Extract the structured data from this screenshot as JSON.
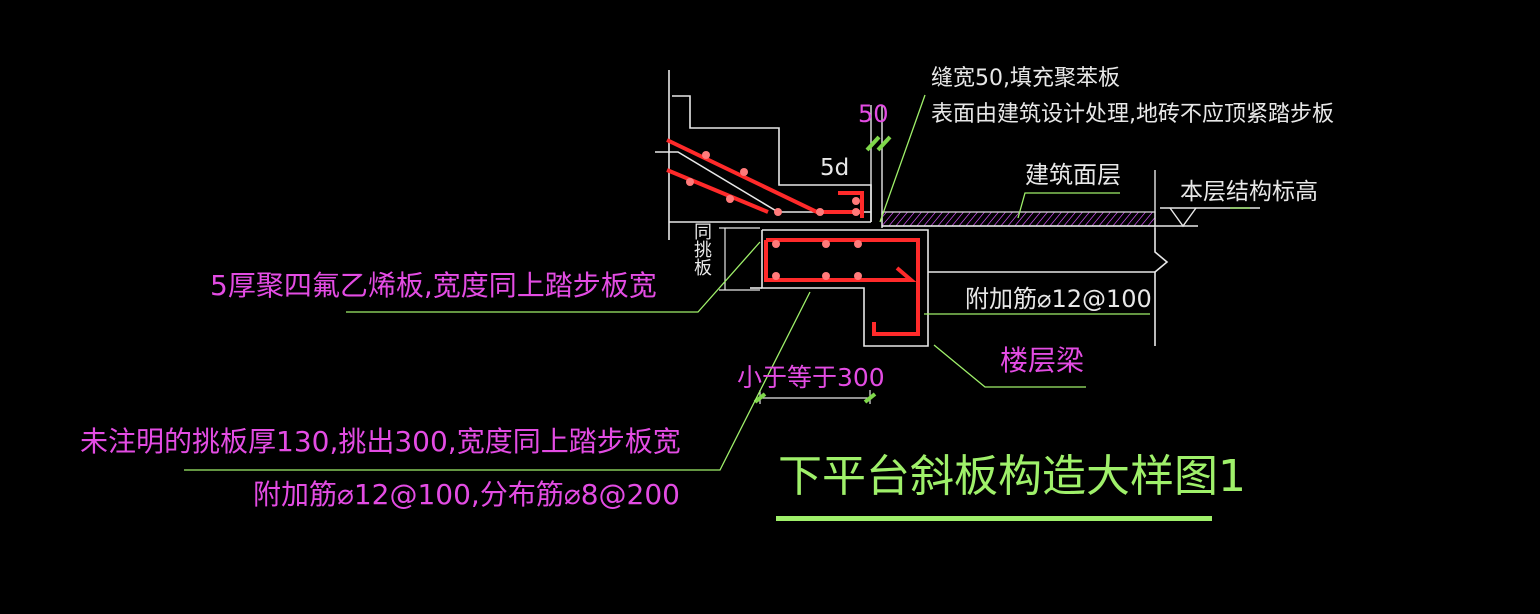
{
  "colors": {
    "background": "#000000",
    "structure": "#e8e8e8",
    "rebar": "#ff2a2a",
    "rebar_dot": "#ff6a6a",
    "leader": "#9ff06a",
    "annotation_magenta": "#e34ce3",
    "hatch": "#c04ce0",
    "dimension": "#9ff06a",
    "dimension_tick": "#7fd84a",
    "title": "#9ff06a"
  },
  "labels": {
    "gap_fill": "缝宽50,填充聚苯板",
    "surface_note": "表面由建筑设计处理,地砖不应顶紧踏步板",
    "dim_50": "50",
    "dim_5d": "5d",
    "arch_finish": "建筑面层",
    "struct_elevation": "本层结构标高",
    "ptfe_plate": "5厚聚四氟乙烯板,宽度同上踏步板宽",
    "extra_rebar": "附加筋⌀12@100",
    "floor_beam": "楼层梁",
    "dim_le300": "小于等于300",
    "ledge_note": "未注明的挑板厚130,挑出300,宽度同上踏步板宽",
    "ledge_rebar": "附加筋⌀12@100,分布筋⌀8@200",
    "vertical_dim": "同挑板"
  },
  "title": {
    "text": "下平台斜板构造大样图1",
    "underline_color": "#9ff06a"
  }
}
